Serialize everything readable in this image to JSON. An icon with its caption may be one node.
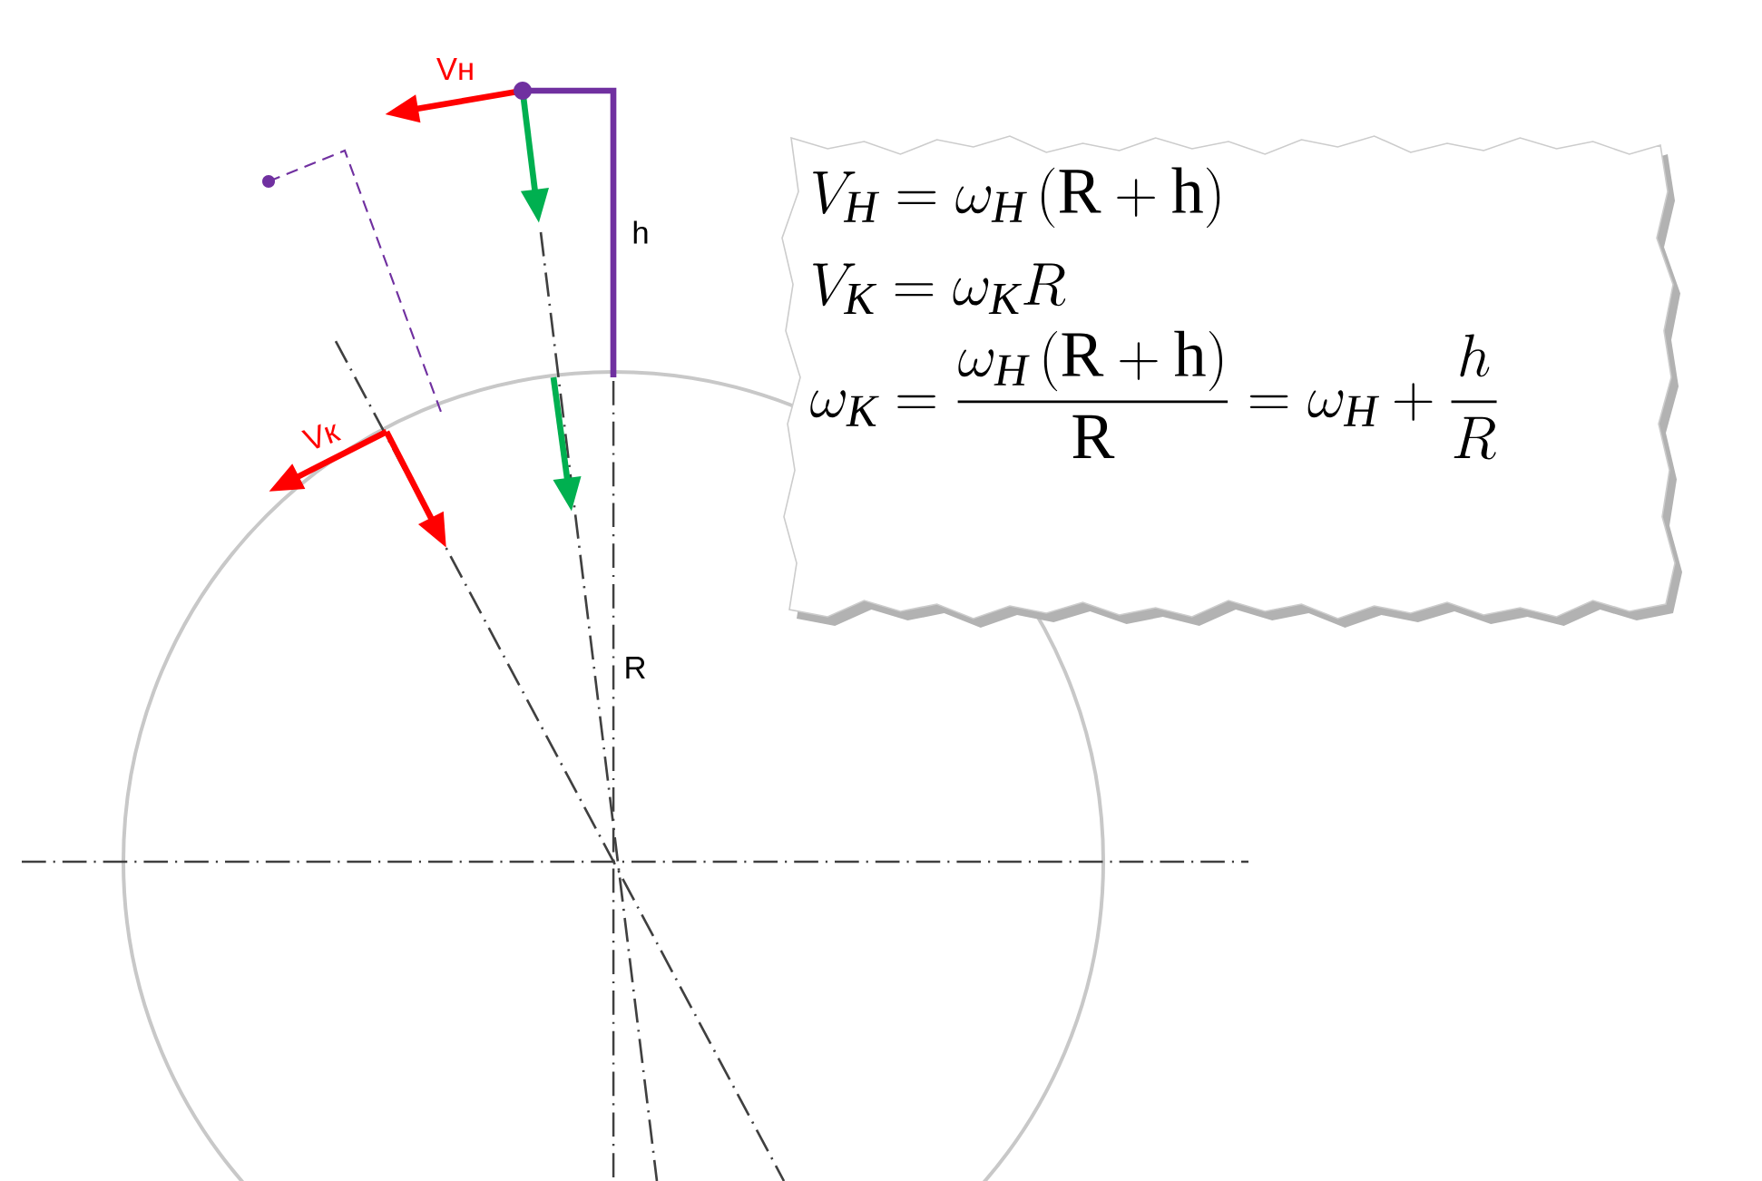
{
  "diagram": {
    "nodes": [
      {
        "text": [
          "V_{\\text{\\itshape Н}} = \\omega_{\\text{\\itshape Н}}\\left(\\mathrm{R}+\\mathrm{h}\\right)",
          "V_{\\text{\\itshape К}} = \\omega_{\\text{\\itshape К}} R",
          "\\omega_{\\text{\\itshape К}} = \\frac{\\omega_{\\text{\\itshape Н}}\\left(\\mathrm{R}+\\mathrm{h}\\right)}{\\mathrm{R}} = \\omega_{\\text{\\itshape Н}} + \\frac{h}{R}"
        ]
      }
    ],
    "labels": [
      "Vн",
      "h",
      "Vк",
      "R"
    ]
  }
}
